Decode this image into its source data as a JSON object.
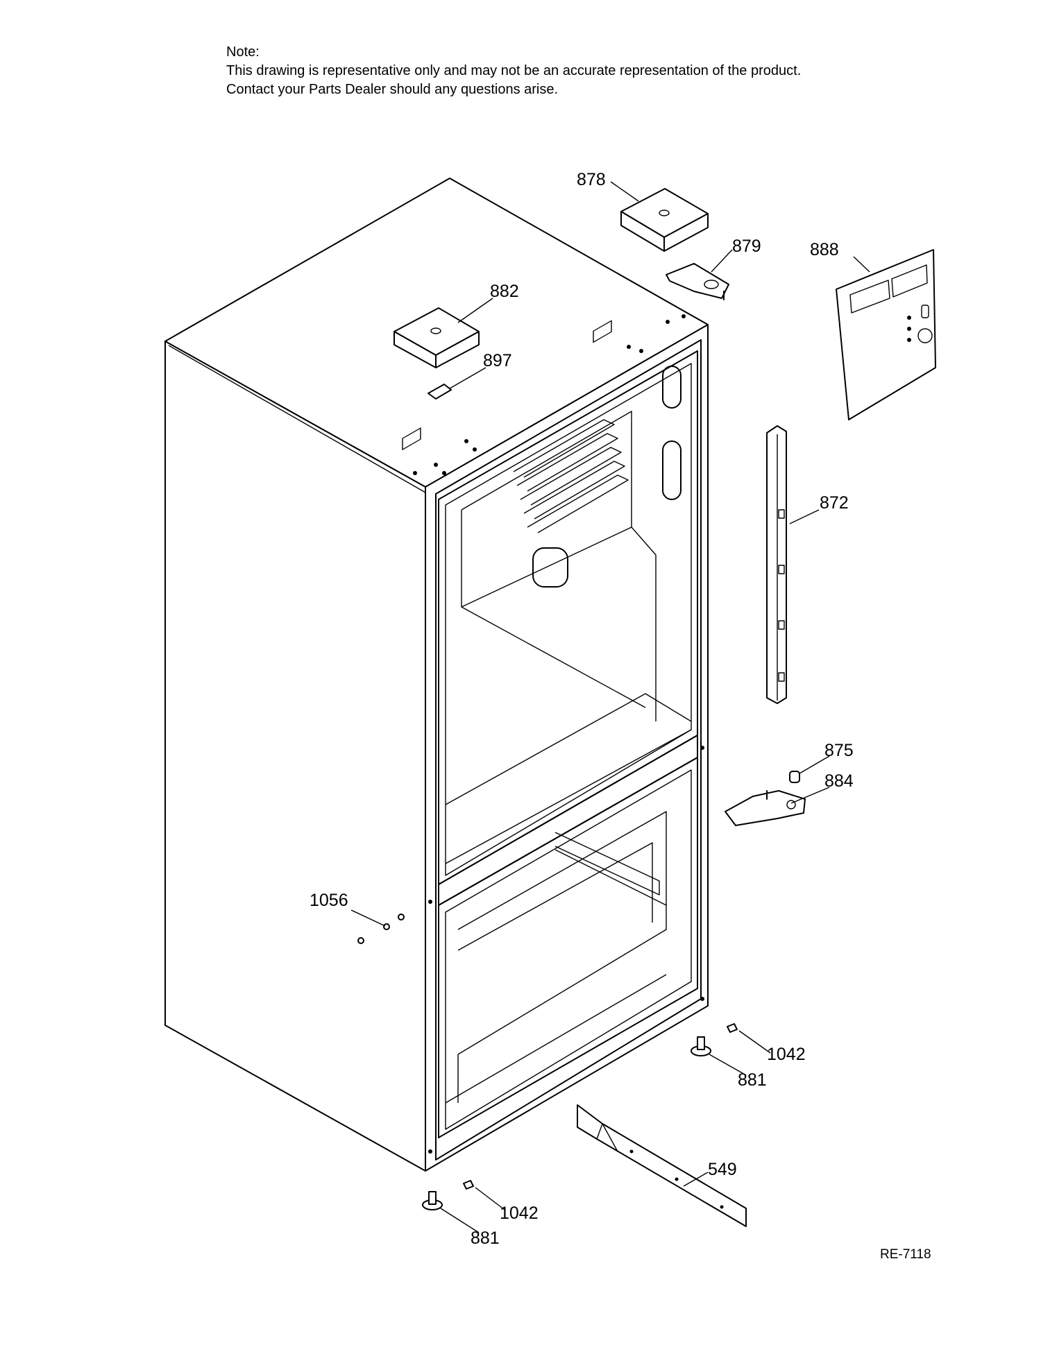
{
  "note": {
    "heading": "Note:",
    "line1": "This drawing is representative only and may not be an accurate representation of the product.",
    "line2": "Contact your Parts Dealer should any questions arise."
  },
  "callouts": [
    {
      "id": "878",
      "label": "878"
    },
    {
      "id": "879",
      "label": "879"
    },
    {
      "id": "888",
      "label": "888"
    },
    {
      "id": "882",
      "label": "882"
    },
    {
      "id": "897",
      "label": "897"
    },
    {
      "id": "872",
      "label": "872"
    },
    {
      "id": "875",
      "label": "875"
    },
    {
      "id": "884",
      "label": "884"
    },
    {
      "id": "1056",
      "label": "1056"
    },
    {
      "id": "1042a",
      "label": "1042"
    },
    {
      "id": "881a",
      "label": "881"
    },
    {
      "id": "549",
      "label": "549"
    },
    {
      "id": "1042b",
      "label": "1042"
    },
    {
      "id": "881b",
      "label": "881"
    }
  ],
  "reference_code": "RE-7118"
}
